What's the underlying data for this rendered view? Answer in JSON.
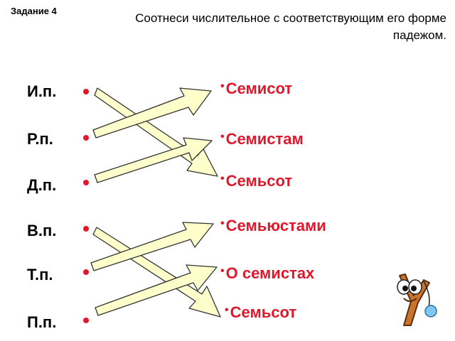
{
  "header": {
    "task_label": "Задание 4",
    "instruction": "Соотнеси числительное  с соответствующим его форме падежом."
  },
  "cases": [
    "И.п.",
    "Р.п.",
    "Д.п.",
    "В.п.",
    "Т.п.",
    "П.п."
  ],
  "words": [
    "Семисот",
    "Семистам",
    "Семьсот",
    "Семьюстами",
    "О семистах",
    "Семьсот"
  ],
  "colors": {
    "accent": "#e0182b",
    "arrow_fill": "#ffffcc",
    "arrow_stroke": "#333333"
  },
  "icons": [
    "bullet-dot-icon",
    "arrow-icon",
    "slingshot-mascot-icon"
  ]
}
